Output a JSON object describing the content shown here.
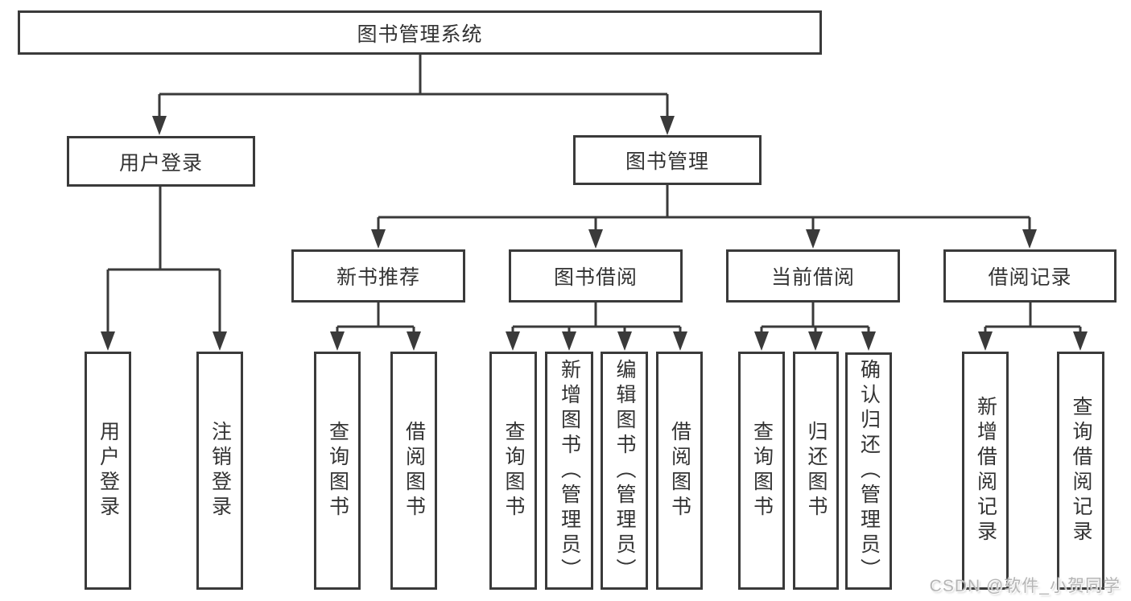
{
  "tree": {
    "root": {
      "label": "图书管理系统"
    },
    "branches": [
      {
        "label": "用户登录",
        "children": [
          {
            "label": "用户登录"
          },
          {
            "label": "注销登录"
          }
        ]
      },
      {
        "label": "图书管理",
        "sections": [
          {
            "label": "新书推荐",
            "children": [
              {
                "label": "查询图书"
              },
              {
                "label": "借阅图书"
              }
            ]
          },
          {
            "label": "图书借阅",
            "children": [
              {
                "label": "查询图书"
              },
              {
                "label": "新增图书（管理员）"
              },
              {
                "label": "编辑图书（管理员）"
              },
              {
                "label": "借阅图书"
              }
            ]
          },
          {
            "label": "当前借阅",
            "children": [
              {
                "label": "查询图书"
              },
              {
                "label": "归还图书"
              },
              {
                "label": "确认归还（管理员）"
              }
            ]
          },
          {
            "label": "借阅记录",
            "children": [
              {
                "label": "新增借阅记录"
              },
              {
                "label": "查询借阅记录"
              }
            ]
          }
        ]
      }
    ]
  },
  "watermark": {
    "text": "CSDN @软件_小贺同学"
  },
  "colors": {
    "line": "#3a3a3a",
    "text": "#333333",
    "background": "#ffffff",
    "watermark": "#b5b5b5"
  }
}
